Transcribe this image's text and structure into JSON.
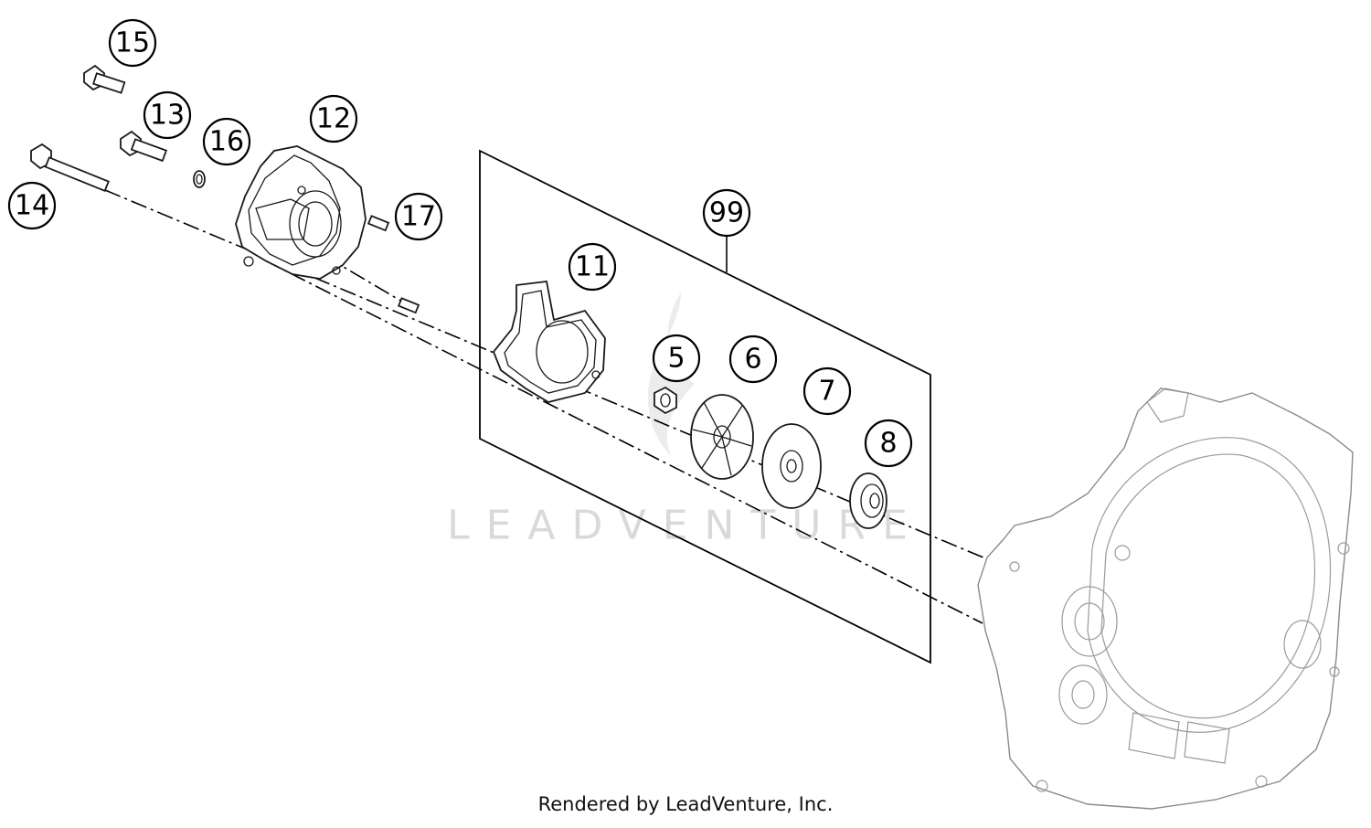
{
  "diagram": {
    "callouts": {
      "c5": "5",
      "c6": "6",
      "c7": "7",
      "c8": "8",
      "c11": "11",
      "c12": "12",
      "c13": "13",
      "c14": "14",
      "c15": "15",
      "c16": "16",
      "c17": "17",
      "c99": "99"
    },
    "watermark": "LEADVENTURE",
    "footer": "Rendered by LeadVenture, Inc."
  },
  "colors": {
    "ink": "#000000",
    "background": "#ffffff",
    "watermark": "#d9d9d9",
    "housing_line": "#8a8a8a"
  }
}
